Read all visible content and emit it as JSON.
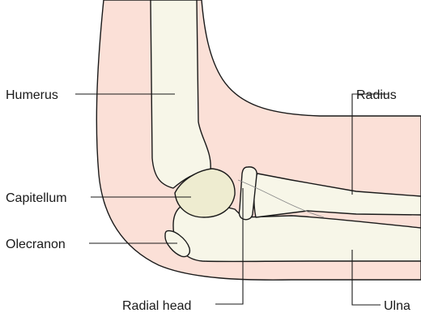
{
  "labels": {
    "humerus": "Humerus",
    "capitellum": "Capitellum",
    "olecranon": "Olecranon",
    "radial_head": "Radial head",
    "radius": "Radius",
    "ulna": "Ulna"
  },
  "colors": {
    "skin": "#fbe0d7",
    "bone": "#f7f6e8",
    "capitellum": "#eeecd0",
    "outline": "#1a1a1a",
    "background": "#ffffff"
  }
}
